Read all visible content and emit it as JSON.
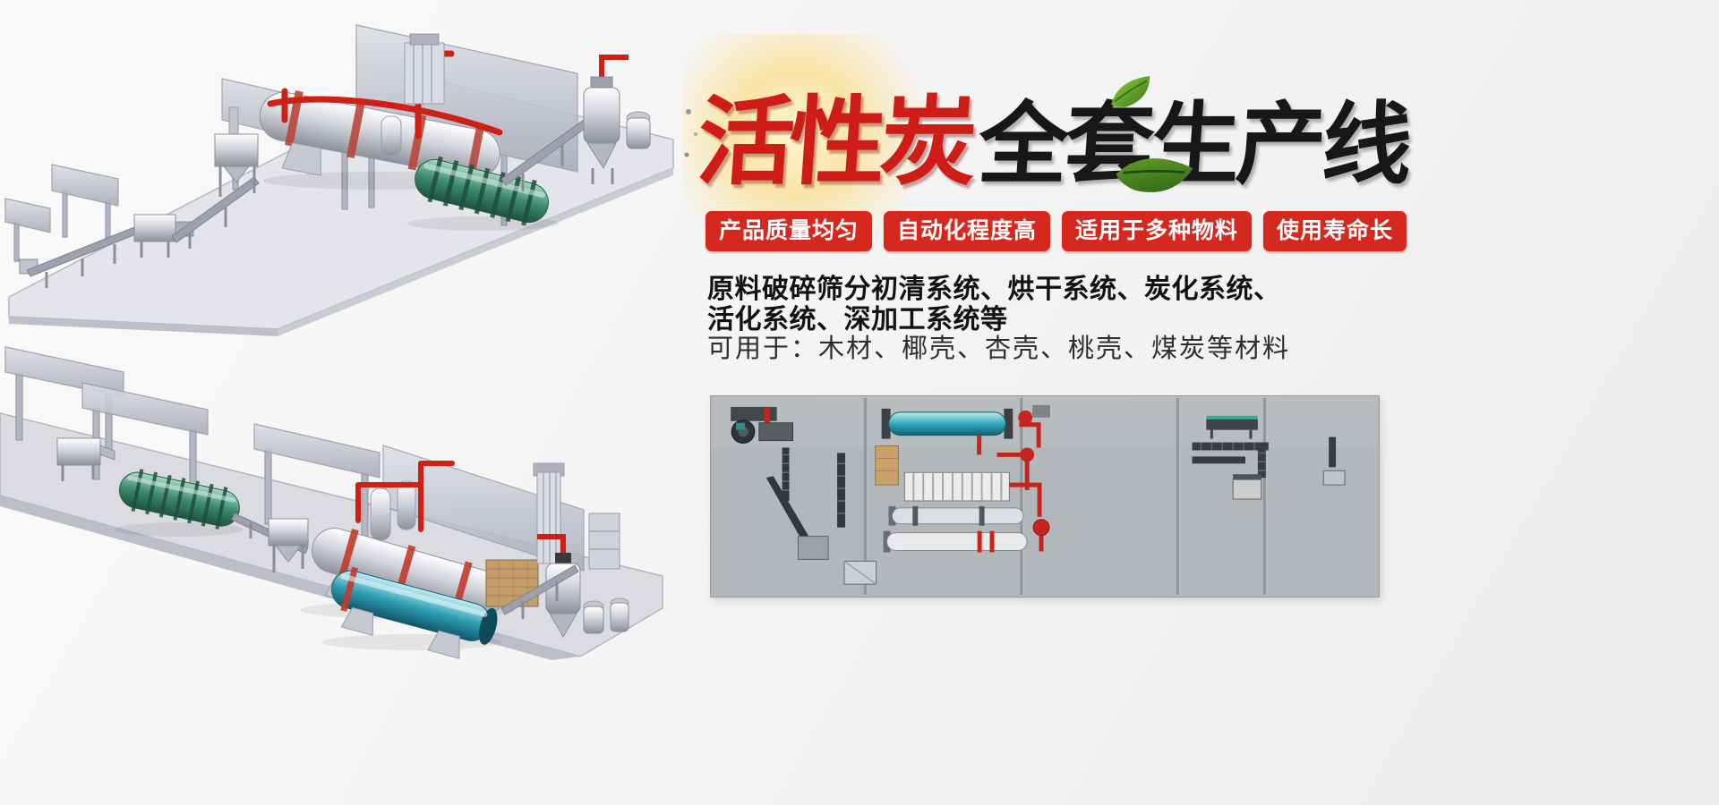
{
  "banner": {
    "title": {
      "highlight": "活性炭",
      "rest": "全套生产线"
    },
    "badges": [
      "产品质量均匀",
      "自动化程度高",
      "适用于多种物料",
      "使用寿命长"
    ],
    "description": {
      "bold_line1": "原料破碎筛分初清系统、烘干系统、炭化系统、",
      "bold_line2": "活化系统、深加工系统等",
      "regular_line": "可用于：木材、椰壳、杏壳、桃壳、煤炭等材料"
    }
  },
  "colors": {
    "badge_red": "#d6281e",
    "title_red": "#ce1c16",
    "title_black": "#171717",
    "pipe_red": "#cf2014",
    "diagram_background": "#b4b7ba"
  },
  "illustrations": {
    "top_render": "activated-carbon-production-line-3d-view-1",
    "bottom_render": "activated-carbon-production-line-3d-view-2",
    "layout_diagram": "production-line-plant-layout-top-view"
  }
}
